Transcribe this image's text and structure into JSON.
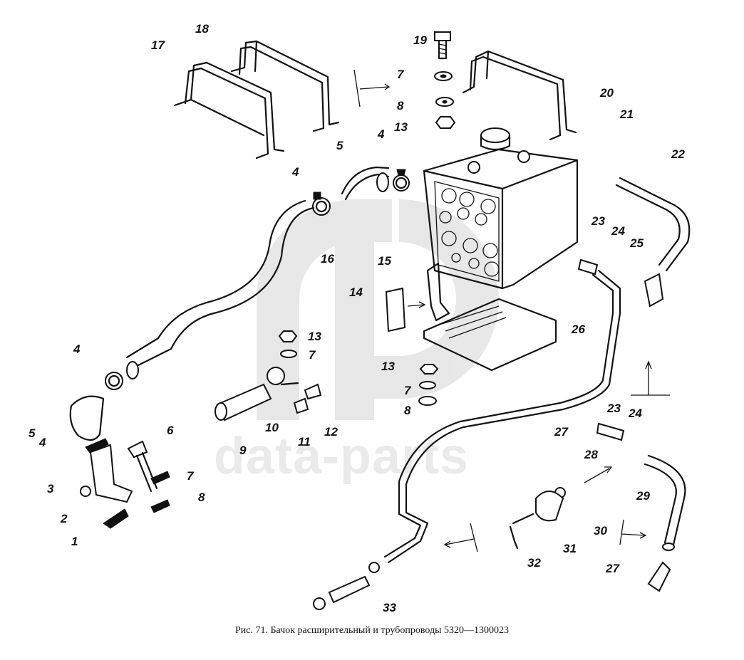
{
  "caption": "Рис. 71. Бачок расширительный и трубопроводы 5320—1300023",
  "watermark": {
    "text": "data-parts",
    "logo_icon": "data-parts-logo",
    "color": "#000000",
    "opacity": 0.08
  },
  "colors": {
    "ink": "#111111",
    "background": "#ffffff"
  },
  "callouts": [
    {
      "id": "c1",
      "text": "1"
    },
    {
      "id": "c2",
      "text": "2"
    },
    {
      "id": "c3",
      "text": "3"
    },
    {
      "id": "c4a",
      "text": "4"
    },
    {
      "id": "c4b",
      "text": "4"
    },
    {
      "id": "c4c",
      "text": "4"
    },
    {
      "id": "c4d",
      "text": "4"
    },
    {
      "id": "c5a",
      "text": "5"
    },
    {
      "id": "c5b",
      "text": "5"
    },
    {
      "id": "c6",
      "text": "6"
    },
    {
      "id": "c7a",
      "text": "7"
    },
    {
      "id": "c7b",
      "text": "7"
    },
    {
      "id": "c7c",
      "text": "7"
    },
    {
      "id": "c7d",
      "text": "7"
    },
    {
      "id": "c8a",
      "text": "8"
    },
    {
      "id": "c8b",
      "text": "8"
    },
    {
      "id": "c8c",
      "text": "8"
    },
    {
      "id": "c9",
      "text": "9"
    },
    {
      "id": "c10",
      "text": "10"
    },
    {
      "id": "c11",
      "text": "11"
    },
    {
      "id": "c12",
      "text": "12"
    },
    {
      "id": "c13a",
      "text": "13"
    },
    {
      "id": "c13b",
      "text": "13"
    },
    {
      "id": "c13c",
      "text": "13"
    },
    {
      "id": "c14",
      "text": "14"
    },
    {
      "id": "c15",
      "text": "15"
    },
    {
      "id": "c16",
      "text": "16"
    },
    {
      "id": "c17",
      "text": "17"
    },
    {
      "id": "c18",
      "text": "18"
    },
    {
      "id": "c19",
      "text": "19"
    },
    {
      "id": "c20",
      "text": "20"
    },
    {
      "id": "c21",
      "text": "21"
    },
    {
      "id": "c22",
      "text": "22"
    },
    {
      "id": "c23a",
      "text": "23"
    },
    {
      "id": "c23b",
      "text": "23"
    },
    {
      "id": "c24a",
      "text": "24"
    },
    {
      "id": "c24b",
      "text": "24"
    },
    {
      "id": "c25",
      "text": "25"
    },
    {
      "id": "c26",
      "text": "26"
    },
    {
      "id": "c27a",
      "text": "27"
    },
    {
      "id": "c27b",
      "text": "27"
    },
    {
      "id": "c28",
      "text": "28"
    },
    {
      "id": "c29",
      "text": "29"
    },
    {
      "id": "c30",
      "text": "30"
    },
    {
      "id": "c31",
      "text": "31"
    },
    {
      "id": "c32",
      "text": "32"
    },
    {
      "id": "c33",
      "text": "33"
    }
  ]
}
